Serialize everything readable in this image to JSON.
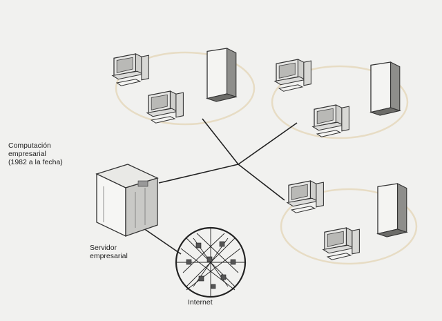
{
  "caption": {
    "line1": "Computación",
    "line2": "empresarial",
    "line3": "(1982 a la fecha)"
  },
  "server": {
    "line1": "Servidor",
    "line2": "empresarial"
  },
  "internet": {
    "label": "Internet"
  },
  "colors": {
    "background": "#f1f1ef",
    "line": "#222222",
    "ring": "#e7dcc4"
  },
  "icons": {
    "workstation": "desktop-computer-icon",
    "tower": "tower-server-icon",
    "mainframe": "enterprise-server-icon",
    "globe": "internet-globe-icon"
  }
}
